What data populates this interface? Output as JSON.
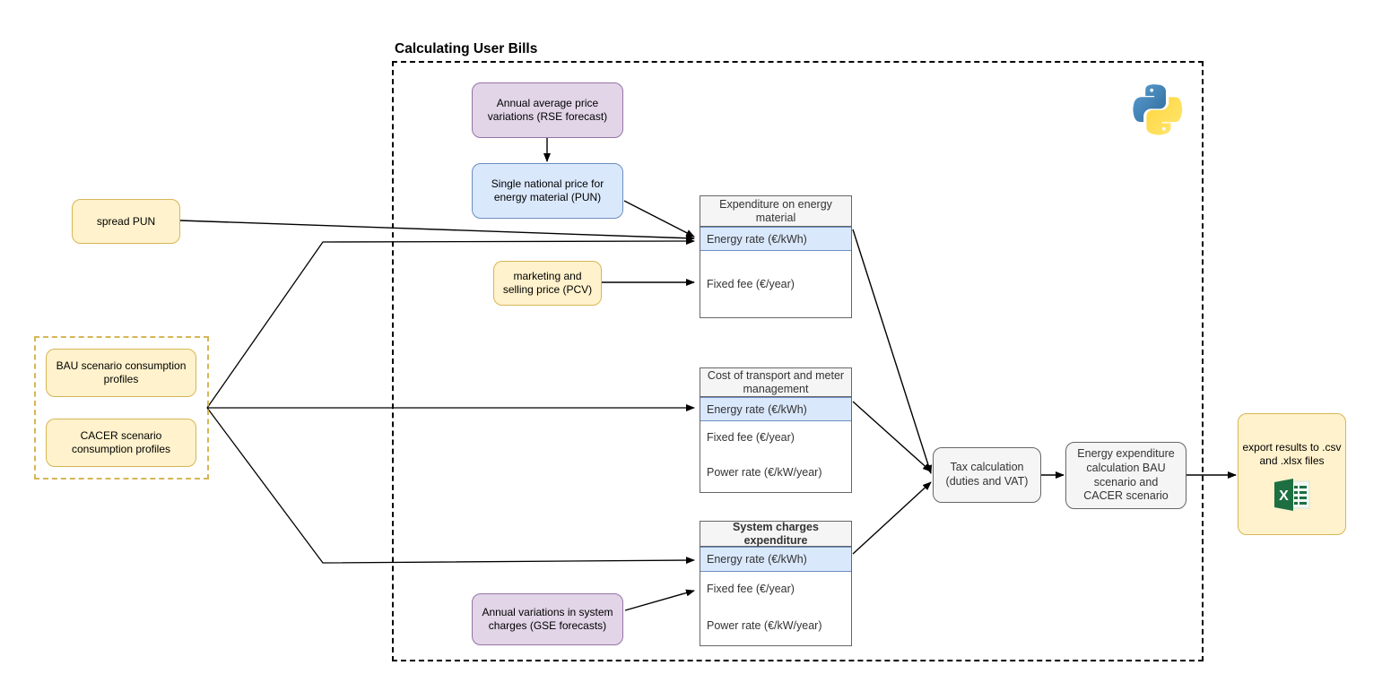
{
  "diagram": {
    "title": "Calculating User Bills",
    "python_logo_name": "python-logo",
    "excel_icon_name": "excel-file-icon"
  },
  "inputs": {
    "spread_pun": "spread PUN",
    "bau_profiles": "BAU scenario consumption profiles",
    "cacer_profiles": "CACER scenario consumption profiles"
  },
  "forecasts": {
    "rse": "Annual average price variations (RSE forecast)",
    "pun": "Single national price for energy material (PUN)",
    "pcv": "marketing and selling price (PCV)",
    "gse": "Annual variations in system charges (GSE forecasts)"
  },
  "tables": [
    {
      "header": "Expenditure on energy material",
      "rows": [
        {
          "label": "Energy rate (€/kWh)",
          "highlighted": true
        },
        {
          "label": "Fixed fee (€/year)",
          "highlighted": false
        }
      ]
    },
    {
      "header": "Cost of transport and meter management",
      "rows": [
        {
          "label": "Energy rate (€/kWh)",
          "highlighted": true
        },
        {
          "label": "Fixed fee (€/year)",
          "highlighted": false
        },
        {
          "label": "Power rate (€/kW/year)",
          "highlighted": false
        }
      ]
    },
    {
      "header": "System charges expenditure",
      "rows": [
        {
          "label": "Energy rate (€/kWh)",
          "highlighted": true
        },
        {
          "label": "Fixed fee (€/year)",
          "highlighted": false
        },
        {
          "label": "Power rate (€/kW/year)",
          "highlighted": false
        }
      ]
    }
  ],
  "process": {
    "tax": "Tax calculation (duties and VAT)",
    "energy_expenditure": "Energy expenditure calculation BAU scenario and CACER scenario",
    "export": "export results to .csv and .xlsx files"
  },
  "colors": {
    "yellow_fill": "#fff2cc",
    "yellow_stroke": "#d6b656",
    "purple_fill": "#e1d5e7",
    "purple_stroke": "#9673a6",
    "blue_fill": "#dae8fc",
    "blue_stroke": "#6c8ebf",
    "grey_fill": "#f5f5f5",
    "grey_stroke": "#666666",
    "line": "#000000",
    "excel_green": "#1d6f42",
    "python_blue": "#3771a1",
    "python_yellow": "#ffd43b"
  }
}
